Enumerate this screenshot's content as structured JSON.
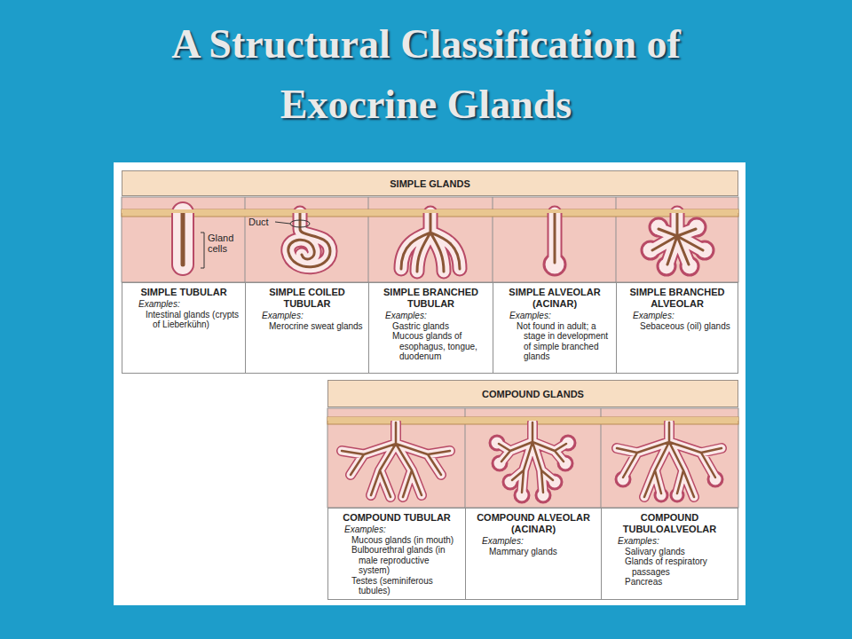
{
  "diagram": {
    "title": "A Structural Classification of Exocrine Glands",
    "nodes": [
      {
        "text": [
          "SIMPLE GLANDS"
        ]
      },
      {
        "text": [
          "SIMPLE TUBULAR",
          "Examples:",
          "Intestinal glands (crypts of Lieberkühn)"
        ]
      },
      {
        "text": [
          "SIMPLE COILED TUBULAR",
          "Examples:",
          "Merocrine sweat glands"
        ]
      },
      {
        "text": [
          "SIMPLE BRANCHED TUBULAR",
          "Examples:",
          "Gastric glands",
          "Mucous glands of esophagus, tongue, duodenum"
        ]
      },
      {
        "text": [
          "SIMPLE ALVEOLAR (ACINAR)",
          "Examples:",
          "Not found in adult; a stage in development of simple branched glands"
        ]
      },
      {
        "text": [
          "SIMPLE BRANCHED ALVEOLAR",
          "Examples:",
          "Sebaceous (oil) glands"
        ]
      },
      {
        "text": [
          "COMPOUND GLANDS"
        ]
      },
      {
        "text": [
          "COMPOUND TUBULAR",
          "Examples:",
          "Mucous glands (in mouth)",
          "Bulbourethral glands (in male reproductive system)",
          "Testes (seminiferous tubules)"
        ]
      },
      {
        "text": [
          "COMPOUND ALVEOLAR (ACINAR)",
          "Examples:",
          "Mammary glands"
        ]
      },
      {
        "text": [
          "COMPOUND TUBULOALVEOLAR",
          "Examples:",
          "Salivary glands",
          "Glands of respiratory passages",
          "Pancreas"
        ]
      }
    ],
    "labels": [
      "Duct",
      "Gland cells"
    ]
  }
}
